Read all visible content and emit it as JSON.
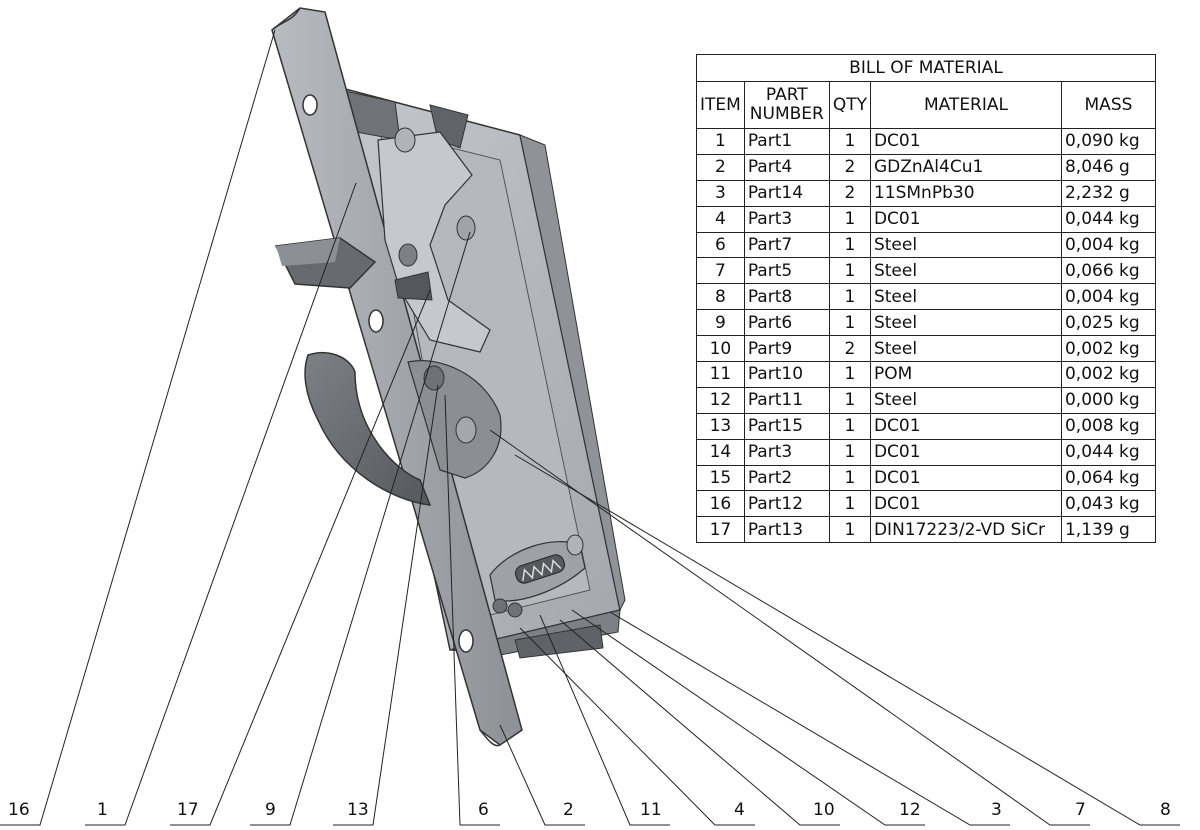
{
  "bom": {
    "title": "BILL OF MATERIAL",
    "headers": {
      "item": "ITEM",
      "part_number": "PART NUMBER",
      "qty": "QTY",
      "material": "MATERIAL",
      "mass": "MASS"
    },
    "rows": [
      {
        "item": "1",
        "part": "Part1",
        "qty": "1",
        "material": "DC01",
        "mass": "0,090 kg"
      },
      {
        "item": "2",
        "part": "Part4",
        "qty": "2",
        "material": "GDZnAl4Cu1",
        "mass": "8,046 g"
      },
      {
        "item": "3",
        "part": "Part14",
        "qty": "2",
        "material": "11SMnPb30",
        "mass": "2,232 g"
      },
      {
        "item": "4",
        "part": "Part3",
        "qty": "1",
        "material": "DC01",
        "mass": "0,044 kg"
      },
      {
        "item": "6",
        "part": "Part7",
        "qty": "1",
        "material": "Steel",
        "mass": "0,004 kg"
      },
      {
        "item": "7",
        "part": "Part5",
        "qty": "1",
        "material": "Steel",
        "mass": "0,066 kg"
      },
      {
        "item": "8",
        "part": "Part8",
        "qty": "1",
        "material": "Steel",
        "mass": "0,004 kg"
      },
      {
        "item": "9",
        "part": "Part6",
        "qty": "1",
        "material": "Steel",
        "mass": "0,025 kg"
      },
      {
        "item": "10",
        "part": "Part9",
        "qty": "2",
        "material": "Steel",
        "mass": "0,002 kg"
      },
      {
        "item": "11",
        "part": "Part10",
        "qty": "1",
        "material": "POM",
        "mass": "0,002 kg"
      },
      {
        "item": "12",
        "part": "Part11",
        "qty": "1",
        "material": "Steel",
        "mass": "0,000 kg"
      },
      {
        "item": "13",
        "part": "Part15",
        "qty": "1",
        "material": "DC01",
        "mass": "0,008 kg"
      },
      {
        "item": "14",
        "part": "Part3",
        "qty": "1",
        "material": "DC01",
        "mass": "0,044 kg"
      },
      {
        "item": "15",
        "part": "Part2",
        "qty": "1",
        "material": "DC01",
        "mass": "0,064 kg"
      },
      {
        "item": "16",
        "part": "Part12",
        "qty": "1",
        "material": "DC01",
        "mass": "0,043 kg"
      },
      {
        "item": "17",
        "part": "Part13",
        "qty": "1",
        "material": "DIN17223/2-VD SiCr",
        "mass": "1,139 g"
      }
    ]
  },
  "callouts": [
    "16",
    "1",
    "17",
    "9",
    "13",
    "6",
    "2",
    "11",
    "4",
    "10",
    "12",
    "3",
    "7",
    "8"
  ],
  "colors": {
    "metal_dark": "#6e7277",
    "metal_mid": "#9a9ea3",
    "metal_light": "#c9ccd0",
    "line": "#222222"
  }
}
